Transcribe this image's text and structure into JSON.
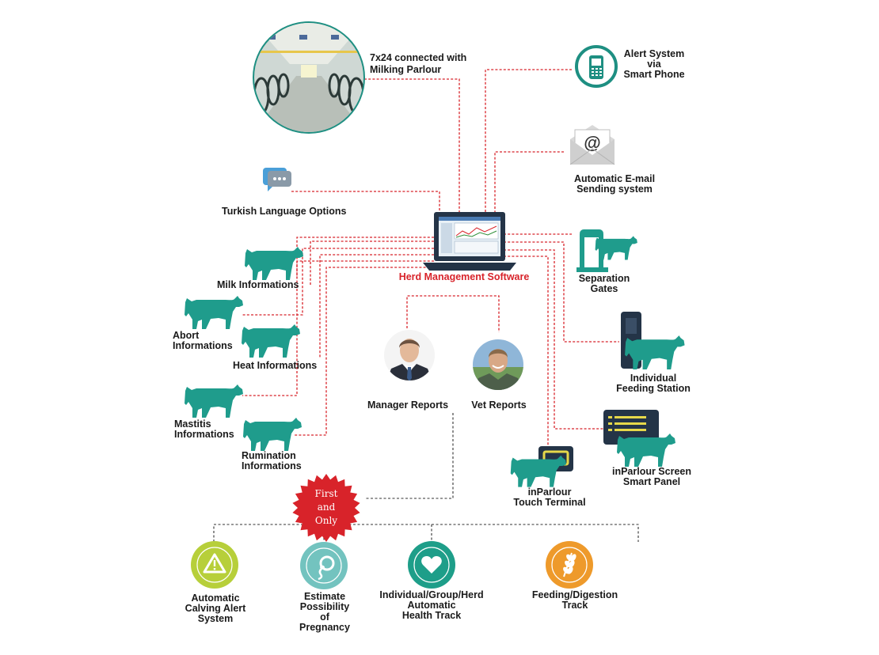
{
  "hub": {
    "label": "Herd Management Software"
  },
  "top": {
    "milking_parlour": "7x24 connected with\nMilking Parlour",
    "alert_system": "Alert System\nvia\nSmart Phone",
    "email": "Automatic E-mail\nSending system",
    "language": "Turkish Language Options"
  },
  "left": {
    "milk": "Milk Informations",
    "abort": "Abort\nInformations",
    "heat": "Heat Informations",
    "mastitis": "Mastitis\nInformations",
    "rumination": "Rumination\nInformations"
  },
  "right": {
    "separation": "Separation\nGates",
    "feeding_station": "Individual\nFeeding Station",
    "smart_panel": "inParlour Screen\nSmart Panel",
    "touch_terminal": "inParlour\nTouch Terminal"
  },
  "reports": {
    "manager": "Manager Reports",
    "vet": "Vet Reports"
  },
  "badge": "First\nand\nOnly",
  "features": {
    "calving": "Automatic\nCalving Alert\nSystem",
    "pregnancy": "Estimate\nPossibility\nof\nPregnancy",
    "health": "Individual/Group/Herd\nAutomatic\nHealth Track",
    "digestion": "Feeding/Digestion\nTrack"
  },
  "colors": {
    "cow": "#1f9c8c",
    "dashed_line": "#d8232a",
    "hub_label": "#d8232a",
    "badge": "#d8232a",
    "calving": "#b7cf3a",
    "pregnancy": "#73c3bf",
    "health": "#1e9e89",
    "digestion": "#ee9a2b"
  },
  "icons": [
    "smartphone-icon",
    "email-envelope-icon",
    "chat-bubble-icon",
    "laptop-icon",
    "cow-icon",
    "warning-icon",
    "sperm-egg-icon",
    "heart-icon",
    "wheat-icon"
  ]
}
